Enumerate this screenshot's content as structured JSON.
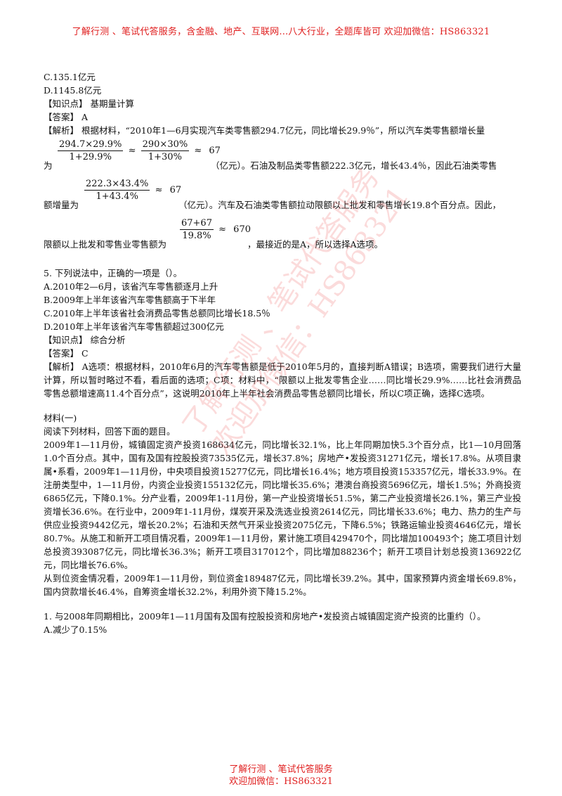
{
  "header": "了解行测 、笔试代答服务，含金融、地产、互联网...八大行业，全题库皆可 欢迎加微信：HS863321",
  "q4": {
    "option_c": "C.135.1亿元",
    "option_d": "D.1145.8亿元",
    "knowledge": "【知识点】 基期量计算",
    "answer": "【答案】 A",
    "analysis_1": "【解析】 根据材料，“2010年1—6月实现汽车类零售额294.7亿元，同比增长29.9％”，所以汽车类零售额增长量",
    "line2_lead": "为",
    "frac1_num": "294.7×29.9%",
    "frac1_den": "1+29.9%",
    "approx": "≈",
    "frac2_num": "290×30%",
    "frac2_den": "1+30%",
    "result1": "67",
    "line2_tail": "（亿元）。石油及制品类零售额222.3亿元，增长43.4％，因此石油类零售",
    "line3_lead": "额增量为",
    "frac3_num": "222.3×43.4%",
    "frac3_den": "1+43.4%",
    "result2": "67",
    "line3_tail": "（亿元）。汽车及石油类零售额拉动限额以上批发和零售增长19.8个百分点。因此，",
    "line4_lead": "限额以上批发和零售业零售额为",
    "frac4_num": "67+67",
    "frac4_den": "19.8%",
    "result3": "670",
    "line4_tail": "，最接近的是A，所以选择A选项。"
  },
  "q5": {
    "stem": "5. 下列说法中，正确的一项是（）。",
    "option_a": "A.2010年2—6月，该省汽车零售额逐月上升",
    "option_b": "B.2009年上半年该省汽车零售额高于下半年",
    "option_c": "C.2010年上半年该省社会消费品零售总额同比增长18.5％",
    "option_d": "D.2010年上半年该省汽车零售额超过300亿元",
    "knowledge": "【知识点】 综合分析",
    "answer": "【答案】 C",
    "analysis": "【解析】 A选项：根据材料，2010年6月的汽车零售额是低于2010年5月的，直接判断A错误；B选项，需要我们进行大量计算，所以暂时略过不看，看后面的选项；C项：材料中，“限额以上批发零售企业……同比增长29.9%……比社会消费品零售总额增速高11.4个百分点”，这说明2010年上半年社会消费品零售总额同比增长，所以C项正确，选择C选项。"
  },
  "material": {
    "title": "材料(一)",
    "instruction": "阅读下列材料，回答下面的题目。",
    "para1": "2009年1—11月份，城镇固定资产投资168634亿元，同比增长32.1%，比上年同期加快5.3个百分点，比1—10月回落1.0个百分点。其中，国有及国有控股投资73535亿元，增长37.8%；房地产•发投资31271亿元，增长17.8%。从项目隶属•系看，2009年1—11月份，中央项目投资15277亿元，同比增长16.4%；地方项目投资153357亿元，增长33.9%。在注册类型中，1—11月份，内资企业投资155132亿元，同比增长35.6%；港澳台商投资5696亿元，增长1.5%；外商投资6865亿元，下降0.1%。分产业看，2009年1-11月份，第一产业投资增长51.5%，第二产业投资增长26.1%，第三产业投资增长36.6%。在行业中，2009年1-11月份，煤炭开采及洗选业投资2614亿元，同比增长33.6%；电力、热力的生产与供应业投资9442亿元，增长20.2%；石油和天然气开采业投资2075亿元，下降6.5%；铁路运输业投资4646亿元，增长80.7%。从施工和新开工项目情况看，2009年1—11月份，累计施工项目429470个，同比增加100493个；施工项目计划总投资393087亿元，同比增长36.3%；新开工项目317012个，同比增加88236个；新开工项目计划总投资136922亿元，同比增长76.6%。",
    "para2": "从到位资金情况看，2009年1—11月份，到位资金189487亿元，同比增长39.2%。其中，国家预算内资金增长69.8%，国内贷款增长46.4%，自筹资金增长32.2%，利用外资下降15.2%。"
  },
  "q1": {
    "stem": "1. 与2008年同期相比，2009年1—11月国有及国有控股投资和房地产•发投资占城镇固定资产投资的比重约（）。",
    "option_a": "A.减少了0.15%"
  },
  "watermark": {
    "line1": "了解行测 、笔试代答服务",
    "line2": "欢迎加微信：HS863321"
  },
  "footer": {
    "line1": "了解行测 、笔试代答服务",
    "line2": "欢迎加微信：HS863321"
  }
}
